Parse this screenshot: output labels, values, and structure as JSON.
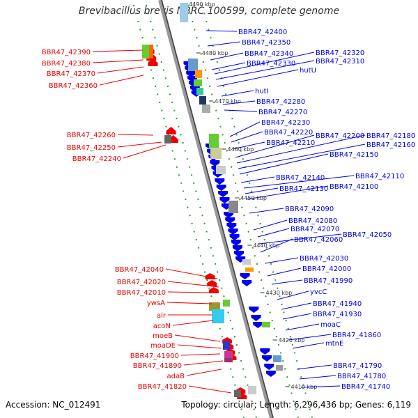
{
  "title": "Brevibacillus brevis NBRC 100599, complete genome",
  "footer": {
    "accession": "Accession: NC_012491",
    "summary": "Topology: circular; Length: 6,296,436 bp; Genes: 6,119"
  },
  "colors": {
    "minus_strand_gene": "#0000ee",
    "plus_strand_gene": "#ee0000",
    "guide_dots": "#339933",
    "backbone": "#999999"
  },
  "scale_ticks": [
    "4490 kbp",
    "4480 kbp",
    "4470 kbp",
    "4460 kbp",
    "4450 kbp",
    "4440 kbp",
    "4430 kbp",
    "4420 kbp",
    "4410 kbp"
  ],
  "left_labels": [
    "BBR47_42390",
    "BBR47_42380",
    "BBR47_42370",
    "BBR47_42360",
    "BBR47_42260",
    "BBR47_42250",
    "BBR47_42240",
    "BBR47_42040",
    "BBR47_42020",
    "BBR47_42010",
    "ywsA",
    "alr",
    "acoN",
    "moeB",
    "moaDE",
    "BBR47_41900",
    "BBR47_41890",
    "adaB",
    "BBR47_41820"
  ],
  "right_labels": [
    "BBR47_42400",
    "BBR47_42350",
    "BBR47_42340",
    "BBR47_42330",
    "BBR47_42320",
    "BBR47_42310",
    "hutU",
    "hutI",
    "BBR47_42280",
    "BBR47_42270",
    "BBR47_42230",
    "BBR47_42220",
    "BBR47_42210",
    "BBR47_42200",
    "BBR47_42180",
    "BBR47_42160",
    "BBR47_42150",
    "BBR47_42140",
    "BBR47_42110",
    "BBR47_42130",
    "BBR47_42100",
    "BBR47_42090",
    "BBR47_42080",
    "BBR47_42070",
    "BBR47_42050",
    "BBR47_42060",
    "BBR47_42030",
    "BBR47_42000",
    "BBR47_41990",
    "yvcC",
    "BBR47_41940",
    "BBR47_41930",
    "moaC",
    "BBR47_41860",
    "mtnE",
    "BBR47_41790",
    "BBR47_41780",
    "BBR47_41740"
  ]
}
